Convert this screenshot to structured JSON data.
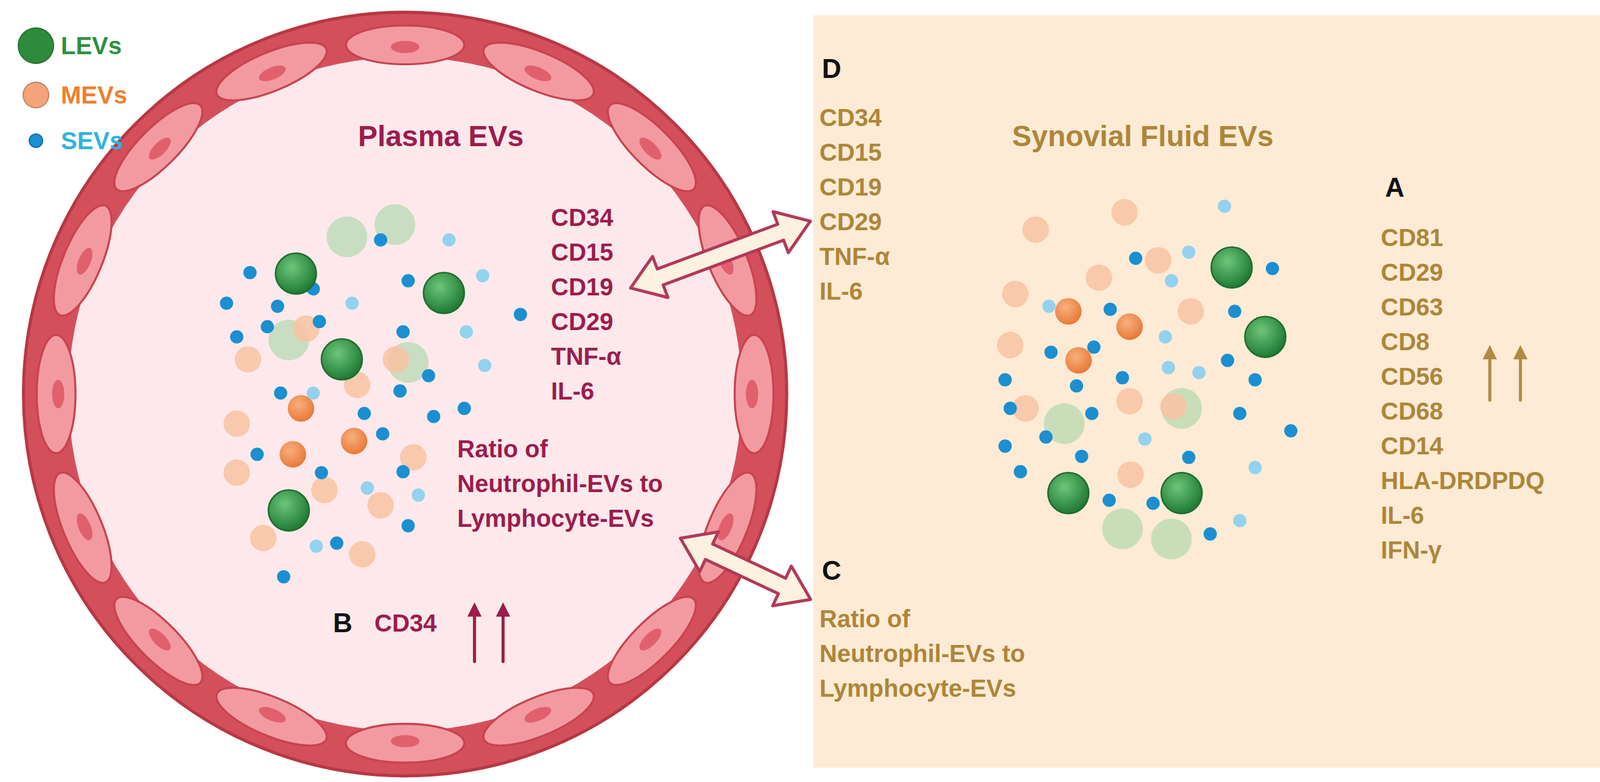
{
  "diagram": {
    "nodes": [
      {
        "text": [
          "Plasma EVs"
        ]
      },
      {
        "text": [
          "CD34",
          "CD15",
          "CD19",
          "CD29",
          "TNF-α",
          "IL-6"
        ],
        "in": 0
      },
      {
        "text": [
          "Ratio of Neutrophil-EVs to Lymphocyte-EVs"
        ],
        "in": 0
      },
      {
        "text": [
          "Synovial Fluid EVs"
        ]
      },
      {
        "text": [
          "CD34",
          "CD15",
          "CD19",
          "CD29",
          "TNF-α",
          "IL-6"
        ],
        "in": 3
      },
      {
        "text": [
          "CD81",
          "CD29",
          "CD63",
          "CD8",
          "CD56",
          "CD68",
          "CD14",
          "HLA-DRDPDQ",
          "IL-6",
          "IFN-γ"
        ],
        "in": 3
      },
      {
        "text": [
          "Ratio of Neutrophil-EVs to Lymphocyte-EVs"
        ],
        "in": 3
      }
    ],
    "edges": [
      {
        "from": 1,
        "to": 4,
        "arrow": "both"
      },
      {
        "from": 2,
        "to": 6,
        "arrow": "both"
      }
    ],
    "labels": [
      "D",
      "A",
      "B",
      "CD34",
      "C"
    ],
    "legend": [
      {
        "text": "LEVs",
        "color": "#2e8b3e"
      },
      {
        "text": "MEVs",
        "color": "#f3a47a"
      },
      {
        "text": "SEVs",
        "color": "#1b8fd0"
      }
    ]
  }
}
